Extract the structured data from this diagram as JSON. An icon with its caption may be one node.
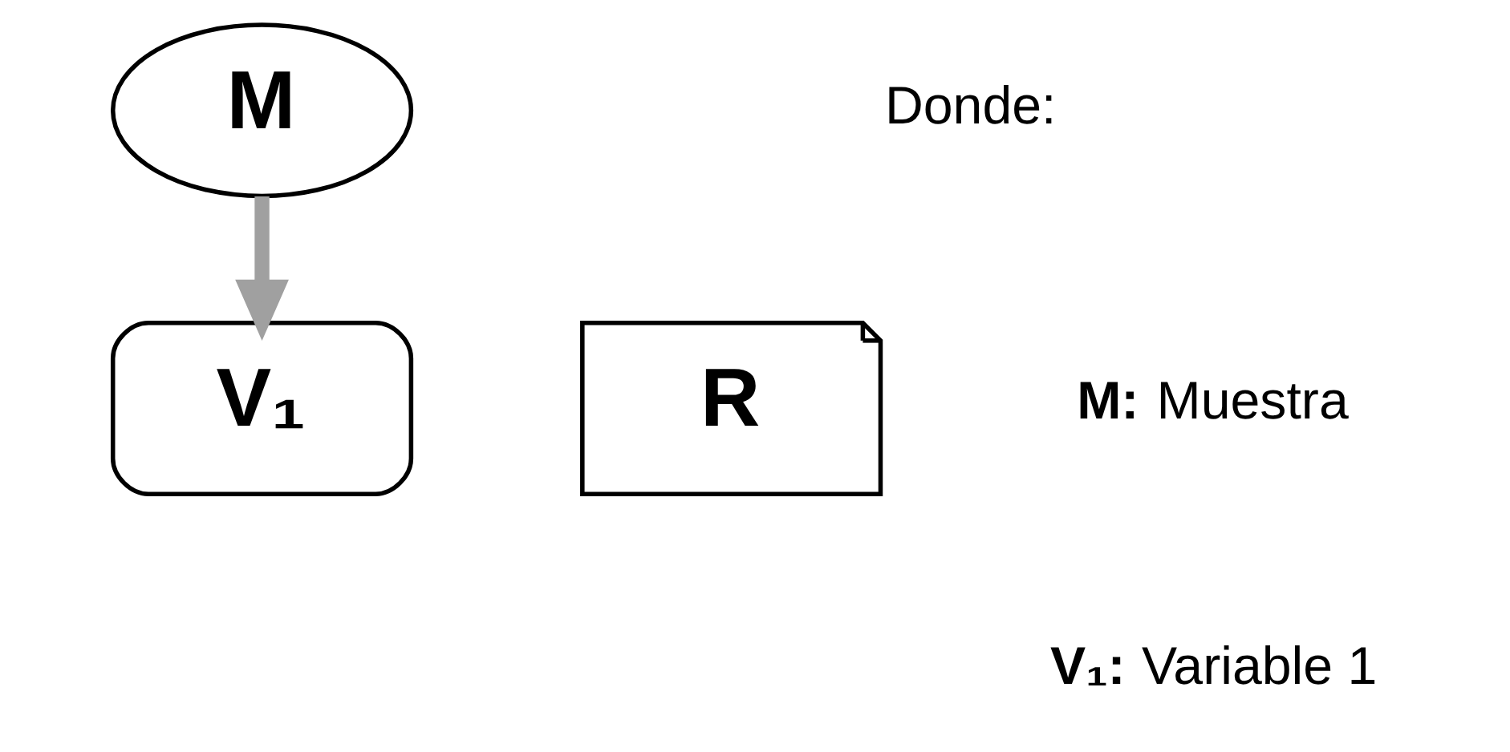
{
  "diagram": {
    "nodes": [
      {
        "text": [
          "M"
        ]
      },
      {
        "text": [
          "V₁"
        ]
      },
      {
        "text": [
          "R"
        ]
      }
    ],
    "edges": [
      {
        "from": 0,
        "to": 1,
        "arrow": "to"
      }
    ],
    "labels": [
      "Donde:",
      "**M:** Muestra",
      "**V₁:** Variable 1"
    ]
  }
}
